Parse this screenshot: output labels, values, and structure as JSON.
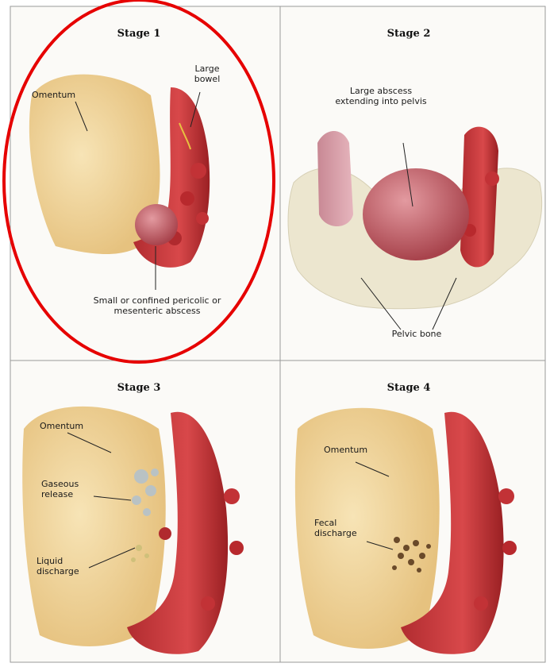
{
  "panels": [
    {
      "title": "Stage 1",
      "labels": [
        "Omentum",
        "Large bowel",
        "Small or confined pericolic or mesenteric abscess"
      ]
    },
    {
      "title": "Stage 2",
      "labels": [
        "Large abscess extending into pelvis",
        "Pelvic bone"
      ]
    },
    {
      "title": "Stage 3",
      "labels": [
        "Omentum",
        "Gaseous release",
        "Liquid discharge"
      ]
    },
    {
      "title": "Stage 4",
      "labels": [
        "Omentum",
        "Fecal discharge"
      ]
    }
  ],
  "annotation": {
    "shape": "ellipse",
    "color": "#e60000",
    "highlights": "Stage 1"
  },
  "colors": {
    "bowel": "#c9383a",
    "bowel_dark": "#9e2326",
    "omentum": "#f0d49a",
    "abscess": "#c8666d",
    "pelvic_bone": "#ece6cf",
    "grid_line": "#999999"
  }
}
